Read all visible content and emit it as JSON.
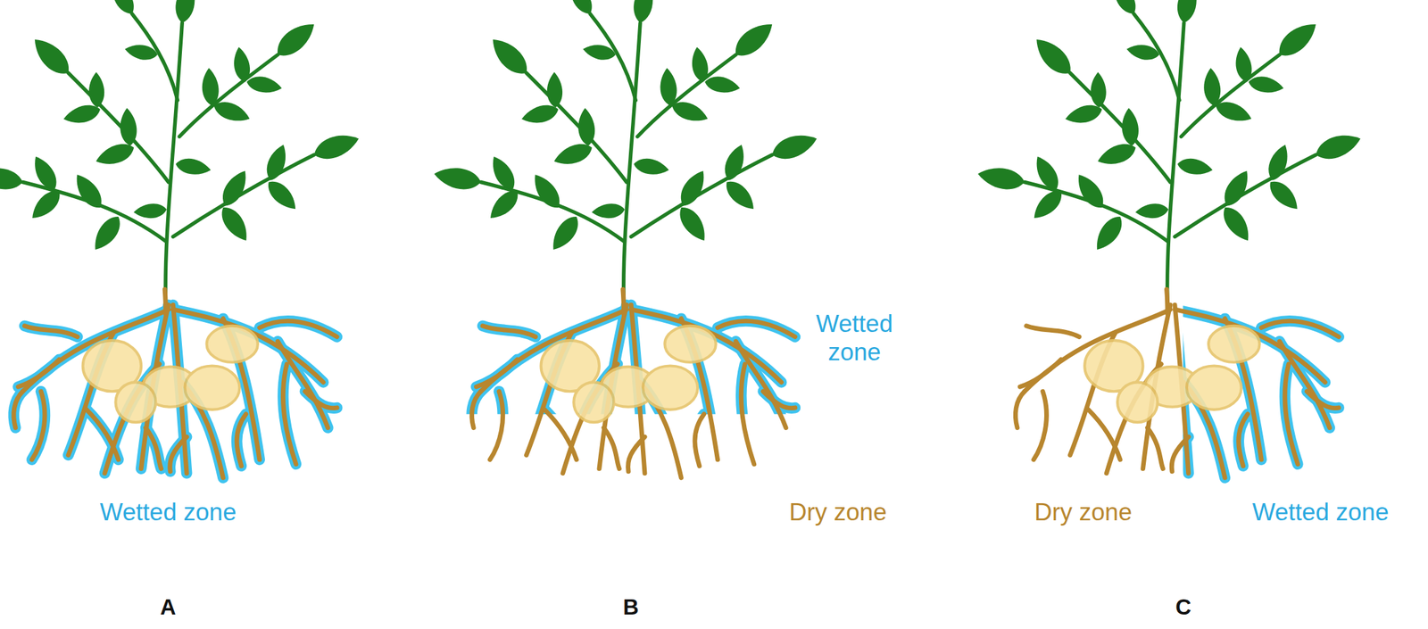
{
  "diagram": {
    "labels": [
      "Wetted zone",
      "Wetted zone",
      "Dry zone",
      "Dry zone",
      "Wetted zone",
      "A",
      "B",
      "C"
    ]
  }
}
